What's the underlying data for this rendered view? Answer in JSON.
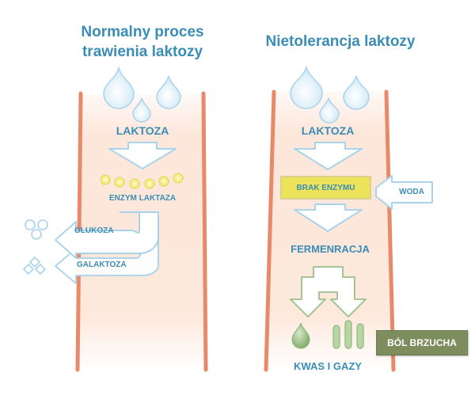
{
  "left_panel": {
    "title_line1": "Normalny proces",
    "title_line2": "trawienia laktozy",
    "input_label": "LAKTOZA",
    "enzyme_label": "ENZYM LAKTAZA",
    "output_1": "GLUKOZA",
    "output_2": "GALAKTOZA"
  },
  "right_panel": {
    "title": "Nietolerancja laktozy",
    "input_label": "LAKTOZA",
    "missing_enzyme": "BRAK ENZYMU",
    "water_label": "WODA",
    "process_label": "FERMENRACJA",
    "products_label": "KWAS I GAZY",
    "symptom_label": "BÓL BRZUCHA"
  },
  "colors": {
    "title_blue": "#3a8db5",
    "tube_wall": "#e8896a",
    "tube_fill": "#fde6da",
    "warning_yellow": "#ece35a",
    "symptom_green": "#7e8d5e",
    "product_green": "#9fc38a"
  }
}
